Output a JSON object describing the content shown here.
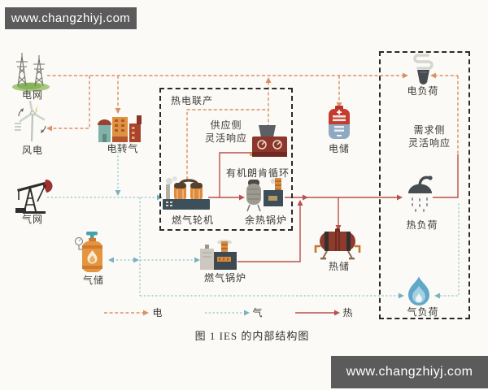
{
  "watermark": {
    "top": "www.changzhiyj.com",
    "bottom": "www.changzhiyj.com"
  },
  "caption": "图 1  IES 的内部结构图",
  "boxes": {
    "chp": {
      "title": "热电联产",
      "supply_line1": "供应侧",
      "supply_line2": "灵活响应"
    },
    "demand": {
      "line1": "需求侧",
      "line2": "灵活响应"
    }
  },
  "nodes": {
    "grid": "电网",
    "wind": "风电",
    "p2g": "电转气",
    "gas_network": "气网",
    "gas_storage": "气储",
    "gas_boiler": "燃气锅炉",
    "orc": "有机朗肯循环",
    "gas_turbine": "燃气轮机",
    "waste_heat_boiler": "余热锅炉",
    "elec_storage": "电储",
    "heat_storage": "热储",
    "elec_load": "电负荷",
    "heat_load": "热负荷",
    "gas_load": "气负荷"
  },
  "legend": {
    "electricity": "电",
    "gas": "气",
    "heat": "热"
  },
  "colors": {
    "electricity_line": "#dd9065",
    "gas_line": "#8fc3cc",
    "heat_line": "#b9504a",
    "box_border": "#2a2a2a",
    "banner_bg": "#5b5b5b",
    "banner_text": "#ffffff"
  }
}
